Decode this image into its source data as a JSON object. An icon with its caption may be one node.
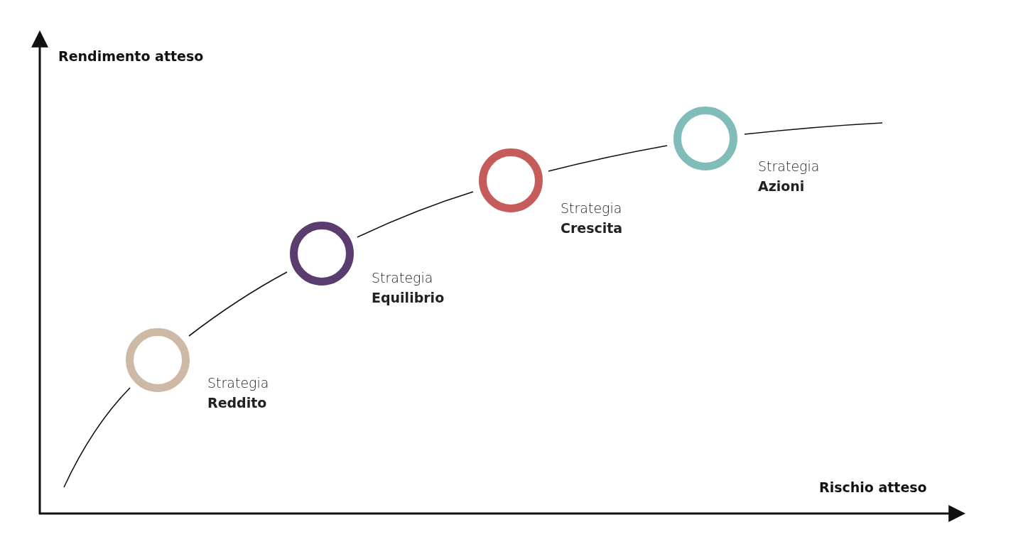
{
  "diagram": {
    "nodes": [
      {
        "text": [],
        "shape": "circle",
        "beside": [
          "Strategia **Reddito**"
        ]
      },
      {
        "text": [],
        "shape": "circle",
        "beside": [
          "Strategia **Equilibrio**"
        ]
      },
      {
        "text": [],
        "shape": "circle",
        "beside": [
          "Strategia **Crescita**"
        ]
      },
      {
        "text": [],
        "shape": "circle",
        "beside": [
          "Strategia **Azioni**"
        ]
      }
    ],
    "edges": [
      {
        "from": null,
        "to": 0,
        "arrow": "none"
      },
      {
        "from": 0,
        "to": 1,
        "arrow": "none"
      },
      {
        "from": 1,
        "to": 2,
        "arrow": "none"
      },
      {
        "from": 2,
        "to": 3,
        "arrow": "none"
      },
      {
        "from": 3,
        "to": null,
        "arrow": "none"
      }
    ],
    "labels": [
      "Rendimento atteso",
      "Rischio atteso"
    ]
  }
}
